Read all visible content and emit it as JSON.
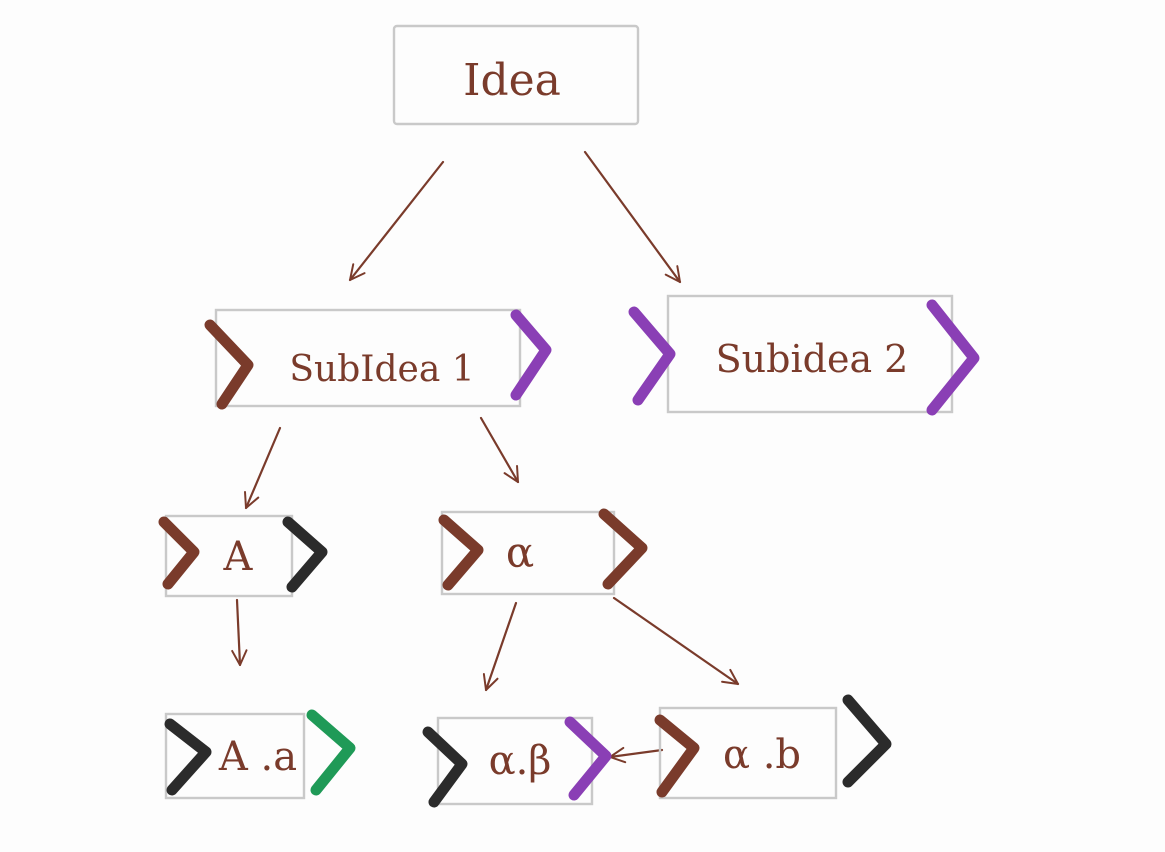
{
  "diagram": {
    "colors": {
      "paper": "#fdfdfd",
      "ink_brown": "#7a3b2b",
      "box_gray": "#c9c9c9",
      "purple": "#8a3fb5",
      "black": "#2b2b2b",
      "green": "#1f9a57"
    },
    "nodes": [
      {
        "id": "idea",
        "label": "Idea",
        "left_marker": "none",
        "right_marker": "none"
      },
      {
        "id": "subidea1",
        "label": "SubIdea 1",
        "left_marker": "brown",
        "right_marker": "purple"
      },
      {
        "id": "subidea2",
        "label": "Subidea 2",
        "left_marker": "purple",
        "right_marker": "purple"
      },
      {
        "id": "a",
        "label": "A",
        "left_marker": "brown",
        "right_marker": "black"
      },
      {
        "id": "alpha",
        "label": "α",
        "left_marker": "brown",
        "right_marker": "brown"
      },
      {
        "id": "a_a",
        "label": "A .a",
        "left_marker": "black",
        "right_marker": "green"
      },
      {
        "id": "alpha_beta",
        "label": "α.β",
        "left_marker": "black",
        "right_marker": "purple"
      },
      {
        "id": "alpha_b",
        "label": "α .b",
        "left_marker": "brown",
        "right_marker": "black"
      }
    ],
    "edges": [
      {
        "from": "idea",
        "to": "subidea1"
      },
      {
        "from": "idea",
        "to": "subidea2"
      },
      {
        "from": "subidea1",
        "to": "a"
      },
      {
        "from": "subidea1",
        "to": "alpha"
      },
      {
        "from": "a",
        "to": "a_a"
      },
      {
        "from": "alpha",
        "to": "alpha_beta"
      },
      {
        "from": "alpha",
        "to": "alpha_b"
      },
      {
        "from": "alpha_b",
        "to": "alpha_beta"
      }
    ]
  }
}
